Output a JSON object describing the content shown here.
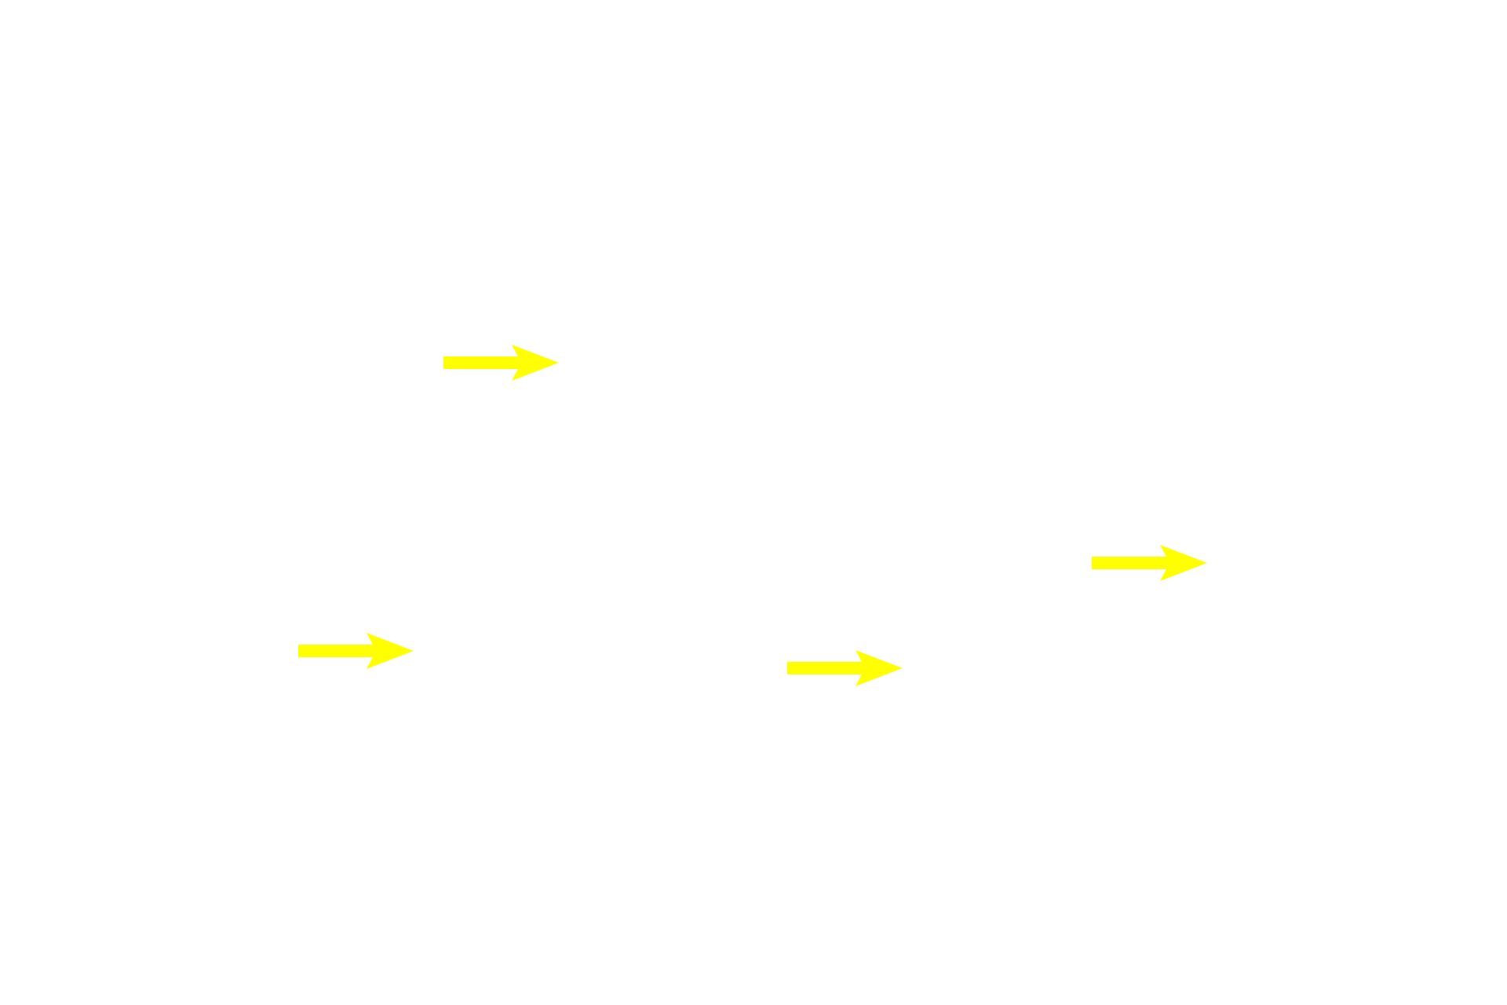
{
  "background_color": "#ffffff",
  "arrow_color": "#ffff00",
  "arrows": [
    {
      "direction": "right",
      "icon": "arrow-right-icon"
    },
    {
      "direction": "right",
      "icon": "arrow-right-icon"
    },
    {
      "direction": "right",
      "icon": "arrow-right-icon"
    },
    {
      "direction": "right",
      "icon": "arrow-right-icon"
    }
  ]
}
